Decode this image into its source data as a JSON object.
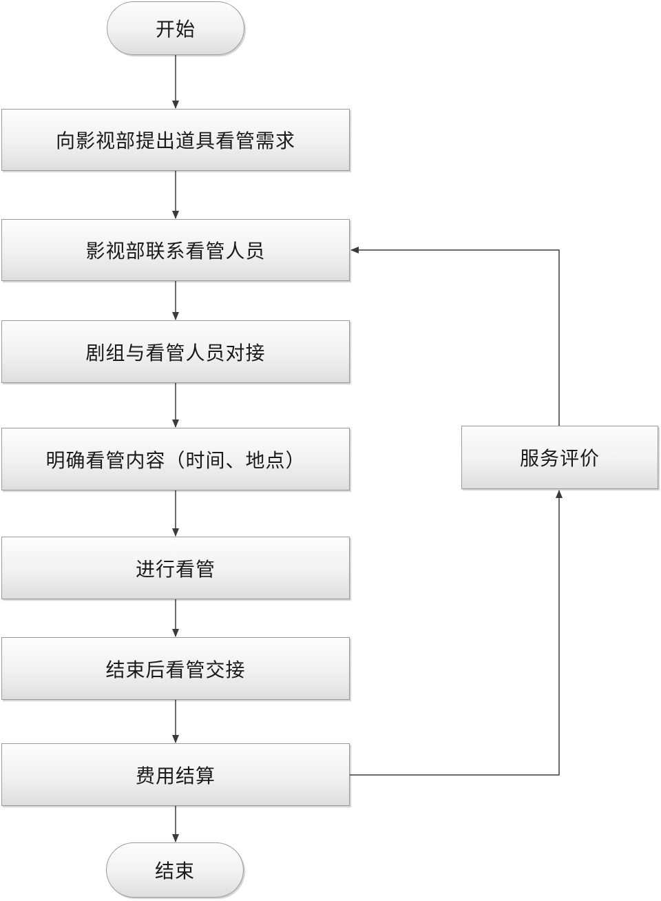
{
  "flowchart": {
    "start": "开始",
    "end": "结束",
    "steps": [
      "向影视部提出道具看管需求",
      "影视部联系看管人员",
      "剧组与看管人员对接",
      "明确看管内容（时间、地点）",
      "进行看管",
      "结束后看管交接",
      "费用结算"
    ],
    "feedback": "服务评价"
  },
  "colors": {
    "line": "#3a3a3a",
    "border": "#9a9a9a",
    "fill_top": "#fdfdfd",
    "fill_bottom": "#dedede",
    "text": "#1a1a1a"
  }
}
